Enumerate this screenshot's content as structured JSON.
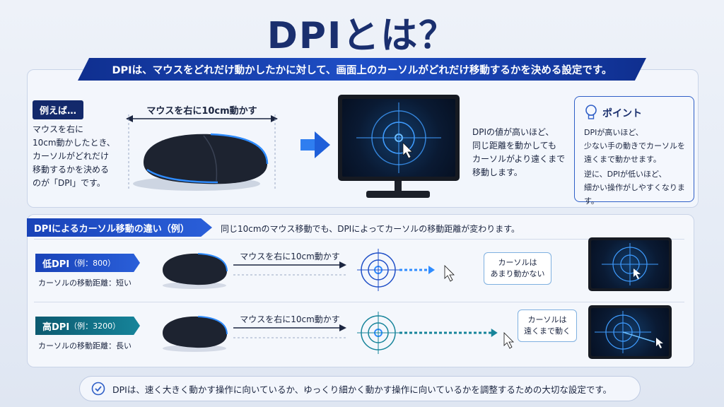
{
  "title": "DPIとは？",
  "banner": "DPIは、マウスをどれだけ動かしたかに対して、画面上のカーソルがどれだけ移動するかを決める設定です。",
  "example": {
    "tag": "例えば…",
    "lines": [
      "マウスを右に",
      "10cm動かしたとき、",
      "カーソルがどれだけ",
      "移動するかを決める",
      "のが「DPI」です。"
    ],
    "arrow_label": "マウスを右に10cm動かす"
  },
  "high_dpi_note": [
    "DPIの値が高いほど、",
    "同じ距離を動かしても",
    "カーソルがより遠くまで",
    "移動します。"
  ],
  "point": {
    "title": "ポイント",
    "lines": [
      "DPIが高いほど、",
      "少ない手の動きでカーソルを",
      "遠くまで動かせます。",
      "逆に、DPIが低いほど、",
      "細かい操作がしやすくなります。"
    ]
  },
  "comparison": {
    "tag": "DPIによるカーソル移動の違い（例）",
    "intro": "同じ10cmのマウス移動でも、DPIによってカーソルの移動距離が変わります。",
    "low": {
      "tag": "低DPI",
      "example": "（例：800）",
      "desc": "カーソルの移動距離：短い",
      "move_label": "マウスを右に10cm動かす",
      "bubble": [
        "カーソルは",
        "あまり動かない"
      ],
      "distance_fraction": 0.25
    },
    "high": {
      "tag": "高DPI",
      "example": "（例：3200）",
      "desc": "カーソルの移動距離：長い",
      "move_label": "マウスを右に10cm動かす",
      "bubble": [
        "カーソルは",
        "遠くまで動く"
      ],
      "distance_fraction": 0.75
    }
  },
  "footer": "DPIは、速く大きく動かす操作に向いているか、ゆっくり細かく動かす操作に向いているかを調整するための大切な設定です。",
  "colors": {
    "navy": "#13296b",
    "blue": "#1f4fc7",
    "teal": "#16849a",
    "glow": "#2f8cff"
  }
}
